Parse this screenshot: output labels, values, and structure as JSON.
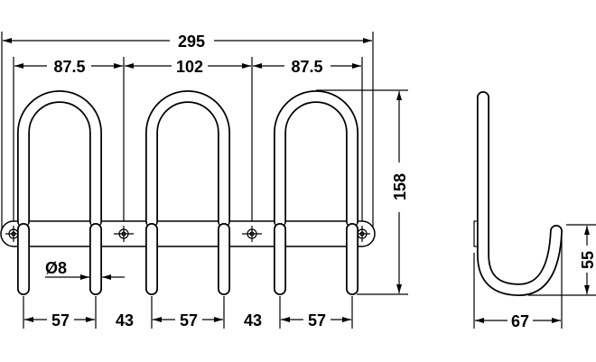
{
  "dimensions": {
    "overall_width": "295",
    "hole_spacing_left": "87.5",
    "hole_spacing_middle": "102",
    "hole_spacing_right": "87.5",
    "height": "158",
    "tube_diameter": "Ø8",
    "leg_spacing": [
      "57",
      "43",
      "57",
      "43",
      "57"
    ],
    "side_depth": "67",
    "side_hook_height": "55"
  },
  "colors": {
    "line": "#000000",
    "background": "#ffffff"
  }
}
